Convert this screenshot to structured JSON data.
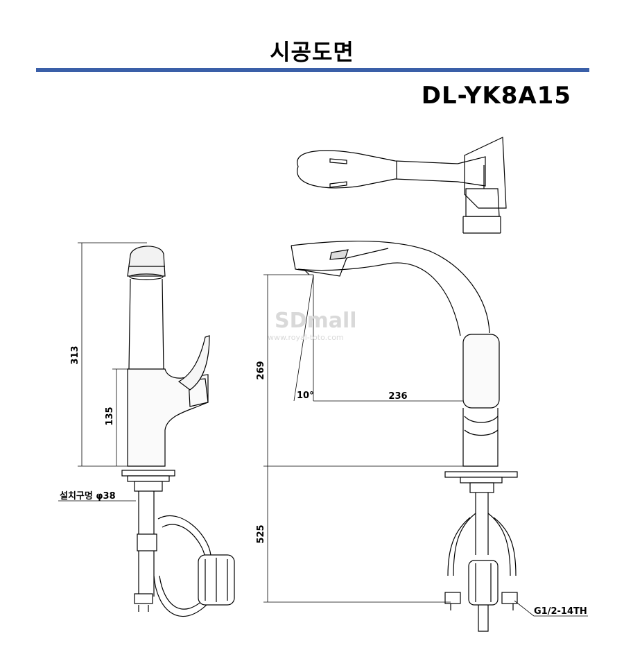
{
  "header": {
    "title": "시공도면",
    "model": "DL-YK8A15"
  },
  "colors": {
    "rule": "#3a5fa8",
    "line": "#000000",
    "watermark": "#d9d9d9"
  },
  "watermark": {
    "brand": "SDmall",
    "url": "www.royal-toto.com"
  },
  "dimensions": {
    "total_height": "313",
    "body_height": "135",
    "spout_height": "269",
    "spout_reach": "236",
    "spout_angle": "10°",
    "hose_length": "525",
    "mount_hole": "설치구멍 φ38",
    "thread": "G1/2-14TH"
  }
}
